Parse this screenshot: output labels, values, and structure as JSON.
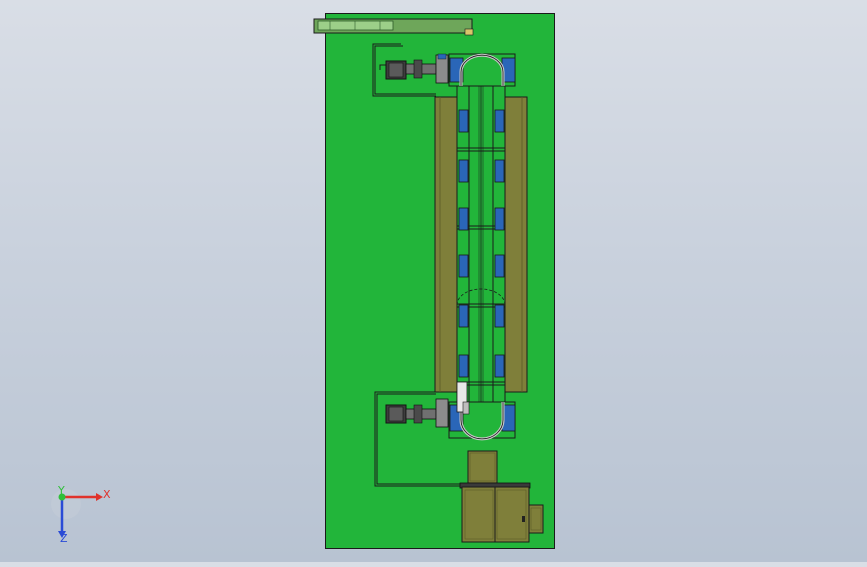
{
  "triad": {
    "x_label": "X",
    "y_label": "Y",
    "z_label": "Z",
    "x_color": "#e0322b",
    "y_color": "#2fbf3a",
    "z_color": "#2a4bd6"
  },
  "colors": {
    "board": "#22b53a",
    "olive": "#7f7f3a",
    "blue": "#2a66b8",
    "outline": "#1a1a1a"
  }
}
